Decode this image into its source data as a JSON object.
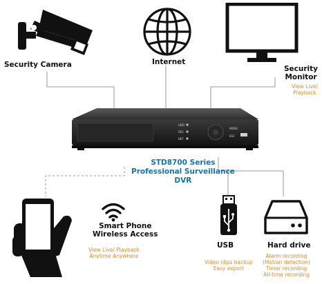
{
  "nodes": {
    "security_camera": {
      "label": "Security Camera"
    },
    "internet": {
      "label": "Internet"
    },
    "security_monitor": {
      "label_line1": "Security",
      "label_line2": "Monitor",
      "note_line1": "View Live/",
      "note_line2": "Playback"
    },
    "dvr": {
      "line1": "STD8700 Series",
      "line2": "Professional Surveillance",
      "line3": "DVR"
    },
    "smart_phone": {
      "label_line1": "Smart Phone",
      "label_line2": "Wireless Access",
      "note_line1": "View Live/ Playback",
      "note_line2": "Anytime Anywhere"
    },
    "usb": {
      "label": "USB",
      "note_line1": "Video clips backup",
      "note_line2": "Easy export"
    },
    "hard_drive": {
      "label": "Hard drive",
      "note_line1": "Alarm recording",
      "note_line2": "(Motion detection)",
      "note_line3": "Timer recording",
      "note_line4": "All-time recording"
    }
  },
  "dvr_panel": {
    "left_labels": [
      "HDD",
      "REC",
      "NET"
    ],
    "menu": "MENU",
    "esc": "ESC"
  },
  "colors": {
    "label_blue": "#1a73a8",
    "note_orange": "#e08a2c",
    "line_gray": "#999999",
    "icon_black": "#111111"
  }
}
